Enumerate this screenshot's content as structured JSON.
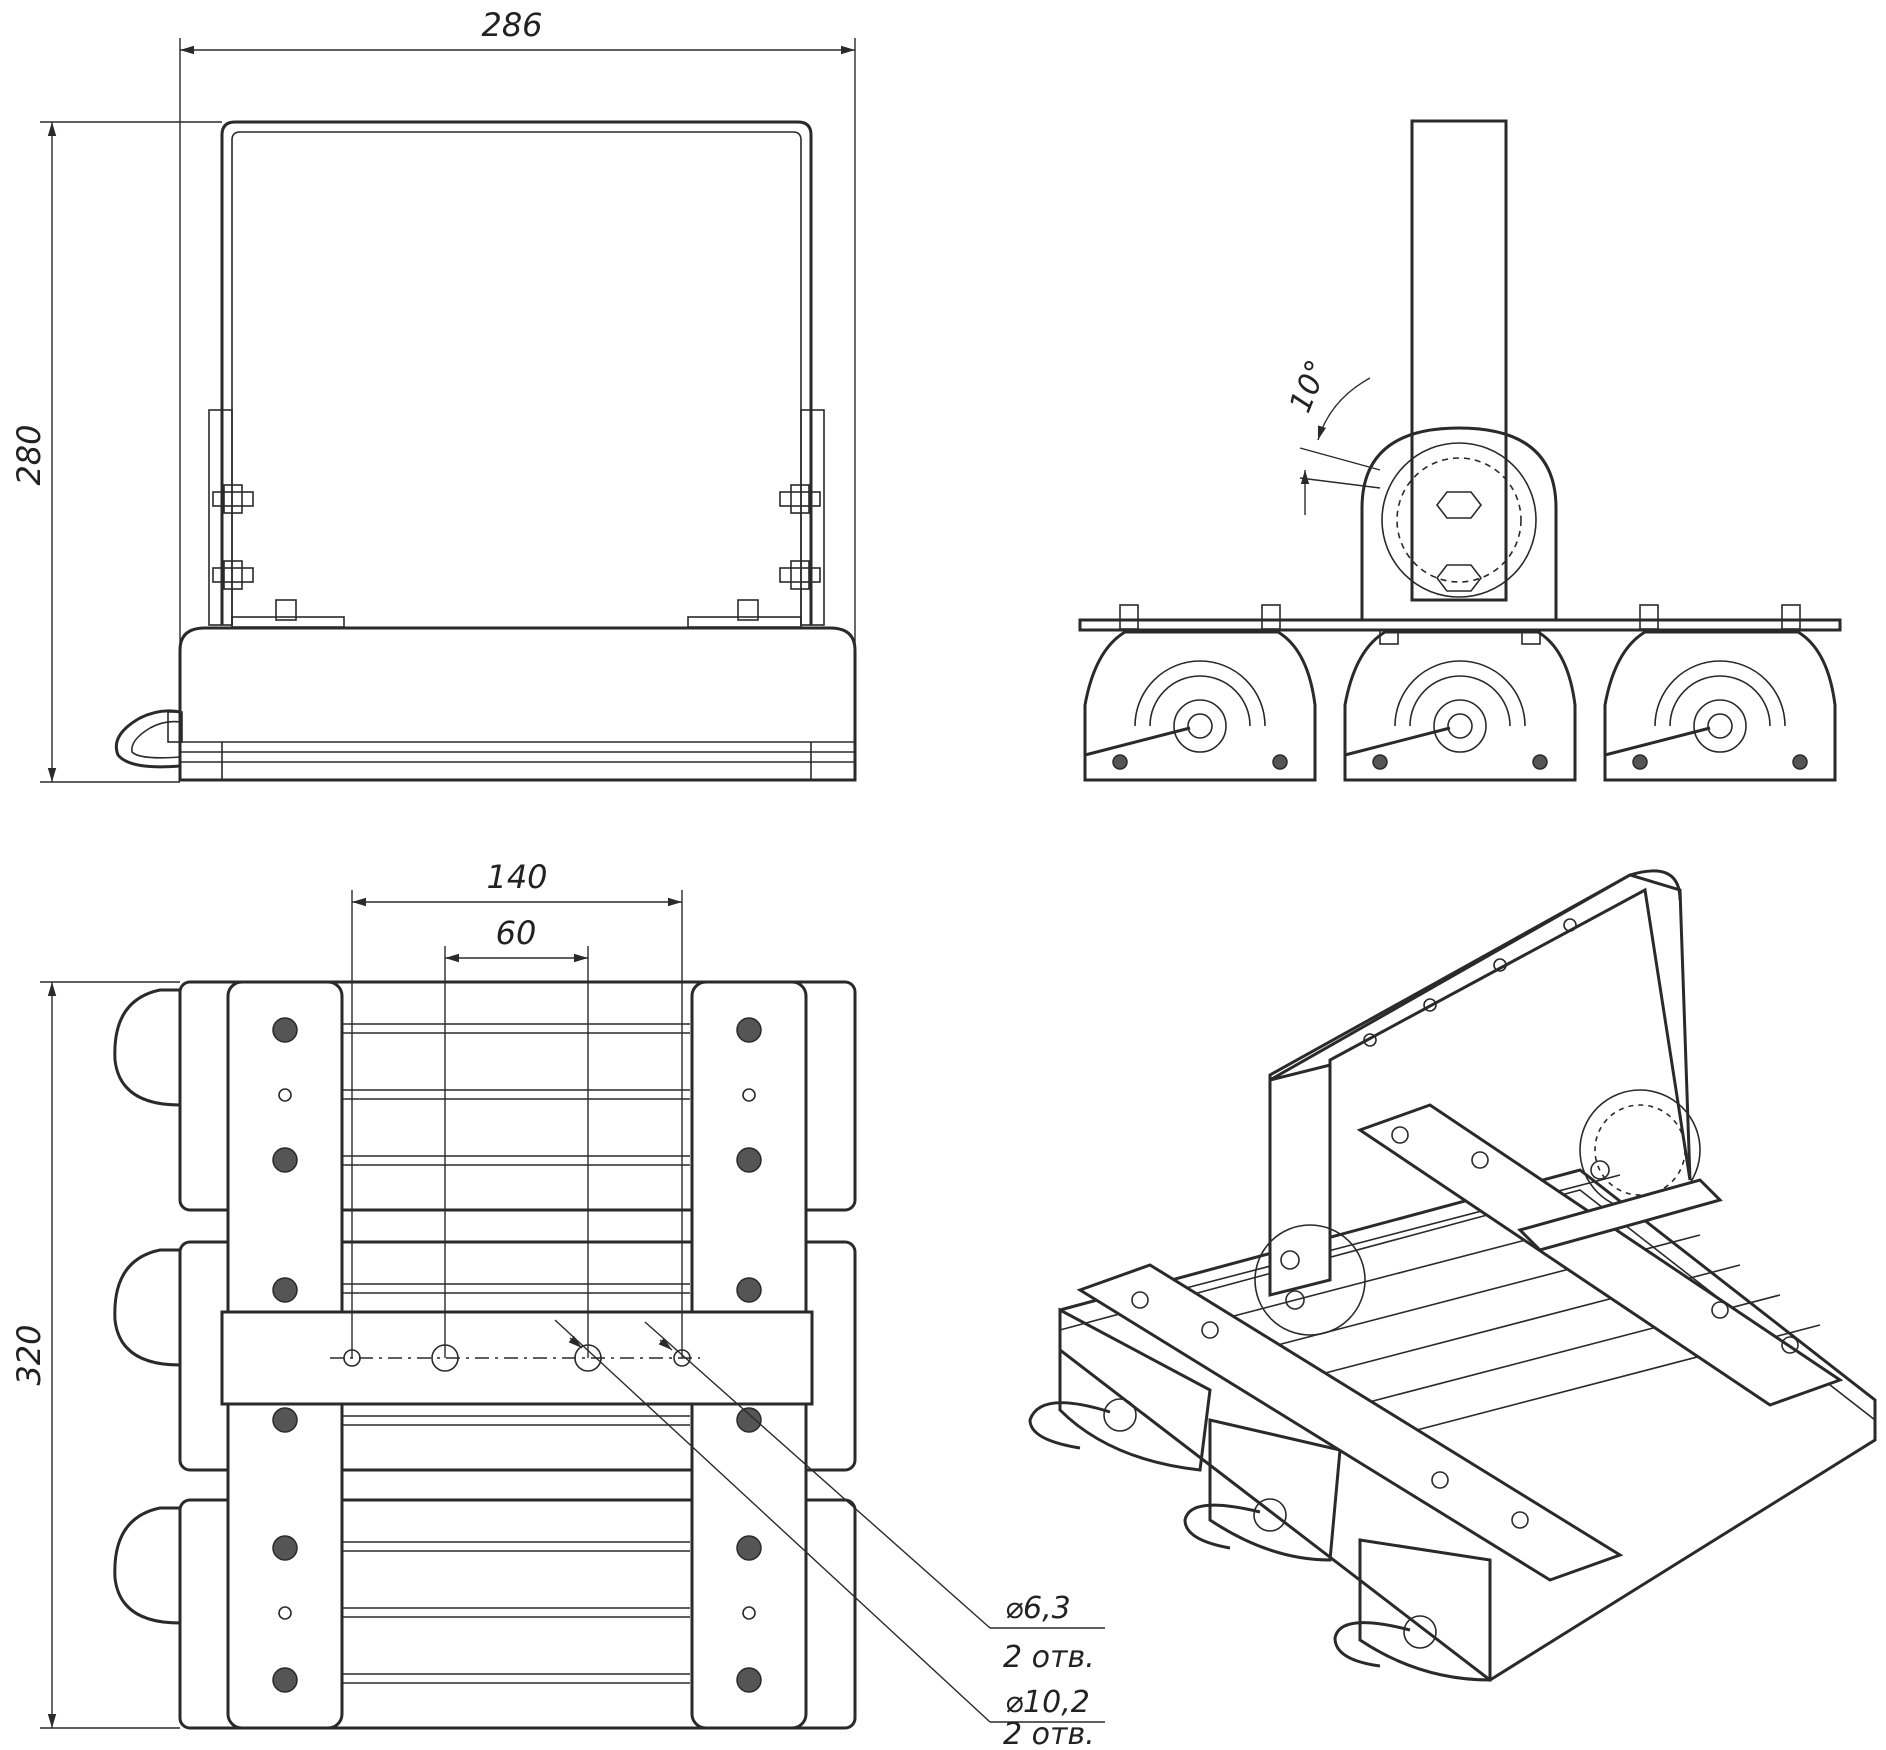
{
  "drawing": {
    "dimensions": {
      "width_front": "286",
      "height_front": "280",
      "tilt_angle": "10°",
      "spacing_outer": "140",
      "spacing_inner": "60",
      "length_bottom": "320"
    },
    "holes": {
      "small": {
        "diameter": "⌀6,3",
        "count": "2 отв."
      },
      "large": {
        "diameter": "⌀10,2",
        "count": "2 отв."
      }
    },
    "colors": {
      "line": "#2a2a2a",
      "background": "#ffffff"
    }
  }
}
